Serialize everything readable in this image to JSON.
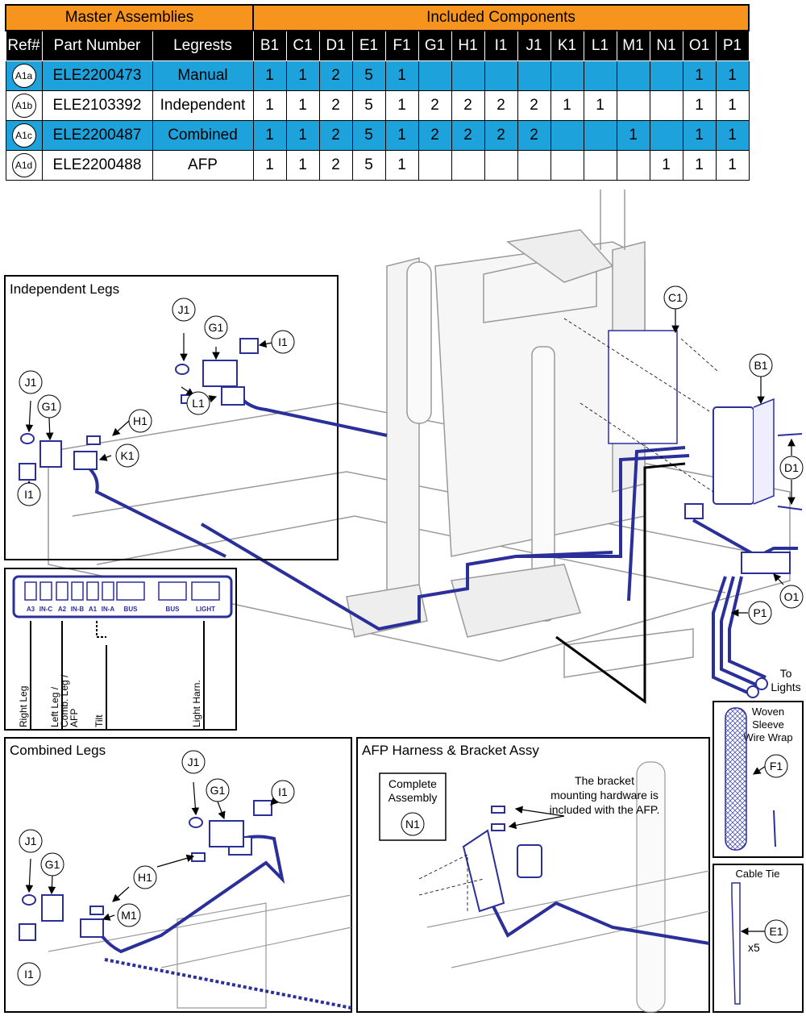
{
  "table": {
    "group_headers": [
      "Master Assemblies",
      "Included Components"
    ],
    "column_headers": [
      "Ref#",
      "Part Number",
      "Legrests"
    ],
    "component_headers": [
      "B1",
      "C1",
      "D1",
      "E1",
      "F1",
      "G1",
      "H1",
      "I1",
      "J1",
      "K1",
      "L1",
      "M1",
      "N1",
      "O1",
      "P1"
    ],
    "rows": [
      {
        "ref": "A1a",
        "part": "ELE2200473",
        "legrest": "Manual",
        "highlight": true,
        "qty": [
          "1",
          "1",
          "2",
          "5",
          "1",
          "",
          "",
          "",
          "",
          "",
          "",
          "",
          "",
          "1",
          "1"
        ]
      },
      {
        "ref": "A1b",
        "part": "ELE2103392",
        "legrest": "Independent",
        "highlight": false,
        "qty": [
          "1",
          "1",
          "2",
          "5",
          "1",
          "2",
          "2",
          "2",
          "2",
          "1",
          "1",
          "",
          "",
          "1",
          "1"
        ]
      },
      {
        "ref": "A1c",
        "part": "ELE2200487",
        "legrest": "Combined",
        "highlight": true,
        "qty": [
          "1",
          "1",
          "2",
          "5",
          "1",
          "2",
          "2",
          "2",
          "2",
          "",
          "",
          "1",
          "",
          "1",
          "1"
        ]
      },
      {
        "ref": "A1d",
        "part": "ELE2200488",
        "legrest": "AFP",
        "highlight": false,
        "qty": [
          "1",
          "1",
          "2",
          "5",
          "1",
          "",
          "",
          "",
          "",
          "",
          "",
          "",
          "1",
          "1",
          "1"
        ]
      }
    ]
  },
  "colors": {
    "header_orange": "#f7941d",
    "row_blue": "#1ea2dc",
    "wire_blue": "#2b2f9a",
    "line_gray": "#9a9a9a"
  },
  "panels": {
    "independent_title": "Independent Legs",
    "combined_title": "Combined Legs",
    "afp_title": "AFP Harness & Bracket Assy",
    "woven_title": "Woven Sleeve Wire Wrap",
    "cable_tie_title": "Cable Tie",
    "afp_note": "The bracket mounting hardware is included with the AFP.",
    "complete_assembly": "Complete Assembly",
    "to_lights": "To Lights",
    "cable_tie_qty": "x5"
  },
  "connector": {
    "ports": [
      "A3",
      "IN-C",
      "A2",
      "IN-B",
      "A1",
      "IN-A",
      "BUS",
      "BUS",
      "LIGHT"
    ],
    "wires": [
      "Right Leg",
      "Left Leg / Comb. Leg / AFP",
      "Tilt",
      "Light Harn."
    ]
  },
  "callouts": {
    "main": [
      "C1",
      "B1",
      "D1",
      "O1",
      "P1"
    ],
    "independent": [
      "J1",
      "G1",
      "I1",
      "J1",
      "G1",
      "H1",
      "L1",
      "K1",
      "I1"
    ],
    "combined": [
      "J1",
      "G1",
      "I1",
      "J1",
      "G1",
      "H1",
      "M1",
      "I1"
    ],
    "afp": "N1",
    "woven": "F1",
    "tie": "E1"
  }
}
